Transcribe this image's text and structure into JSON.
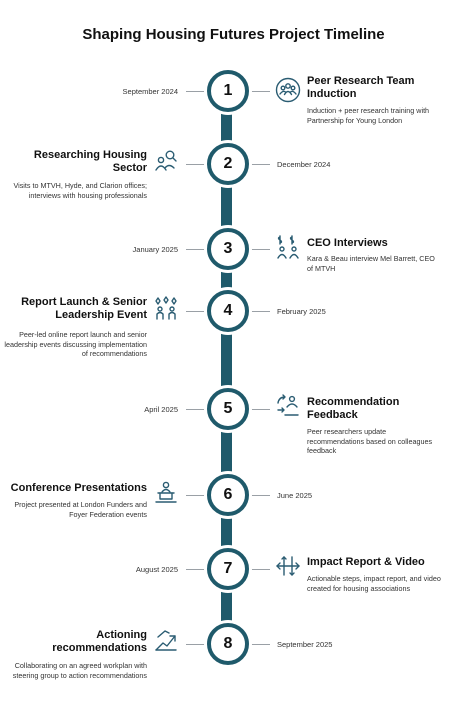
{
  "title": "Shaping Housing Futures Project Timeline",
  "colors": {
    "spine": "#1f5a6b",
    "icon": "#2a5c72",
    "connector": "#9aa0a6"
  },
  "milestones": [
    {
      "number": "1",
      "date": "September 2024",
      "heading": [
        "Peer Research Team",
        "Induction"
      ],
      "description": "Induction + peer research training with Partnership for Young London",
      "icon": "group-circle-icon"
    },
    {
      "number": "2",
      "date": "December 2024",
      "heading": [
        "Researching Housing",
        "Sector"
      ],
      "description": "Visits to MTVH, Hyde, and Clarion offices; interviews with housing professionals",
      "icon": "people-search-icon"
    },
    {
      "number": "3",
      "date": "January 2025",
      "heading": [
        "CEO Interviews"
      ],
      "description": "Kara & Beau interview Mel Barrett, CEO of MTVH",
      "icon": "money-people-icon"
    },
    {
      "number": "4",
      "date": "February 2025",
      "heading": [
        "Report Launch & Senior",
        "Leadership Event"
      ],
      "description": "Peer-led online report launch and senior leadership events discussing implementation of recommendations",
      "icon": "people-ideas-icon"
    },
    {
      "number": "5",
      "date": "April 2025",
      "heading": [
        "Recommendation",
        "Feedback"
      ],
      "description": "Peer researchers update recommendations based on colleagues feedback",
      "icon": "feedback-cycle-icon"
    },
    {
      "number": "6",
      "date": "June 2025",
      "heading": [
        "Conference Presentations"
      ],
      "description": "Project presented at London Funders and Foyer Federation events",
      "icon": "podium-speaker-icon"
    },
    {
      "number": "7",
      "date": "August 2025",
      "heading": [
        "Impact Report & Video"
      ],
      "description": "Actionable steps, impact report, and video created for housing associations",
      "icon": "expand-arrows-icon"
    },
    {
      "number": "8",
      "date": "September 2025",
      "heading": [
        "Actioning",
        "recommendations"
      ],
      "description": "Collaborating on an agreed workplan with steering group to action recommendations",
      "icon": "growth-chart-icon"
    }
  ]
}
